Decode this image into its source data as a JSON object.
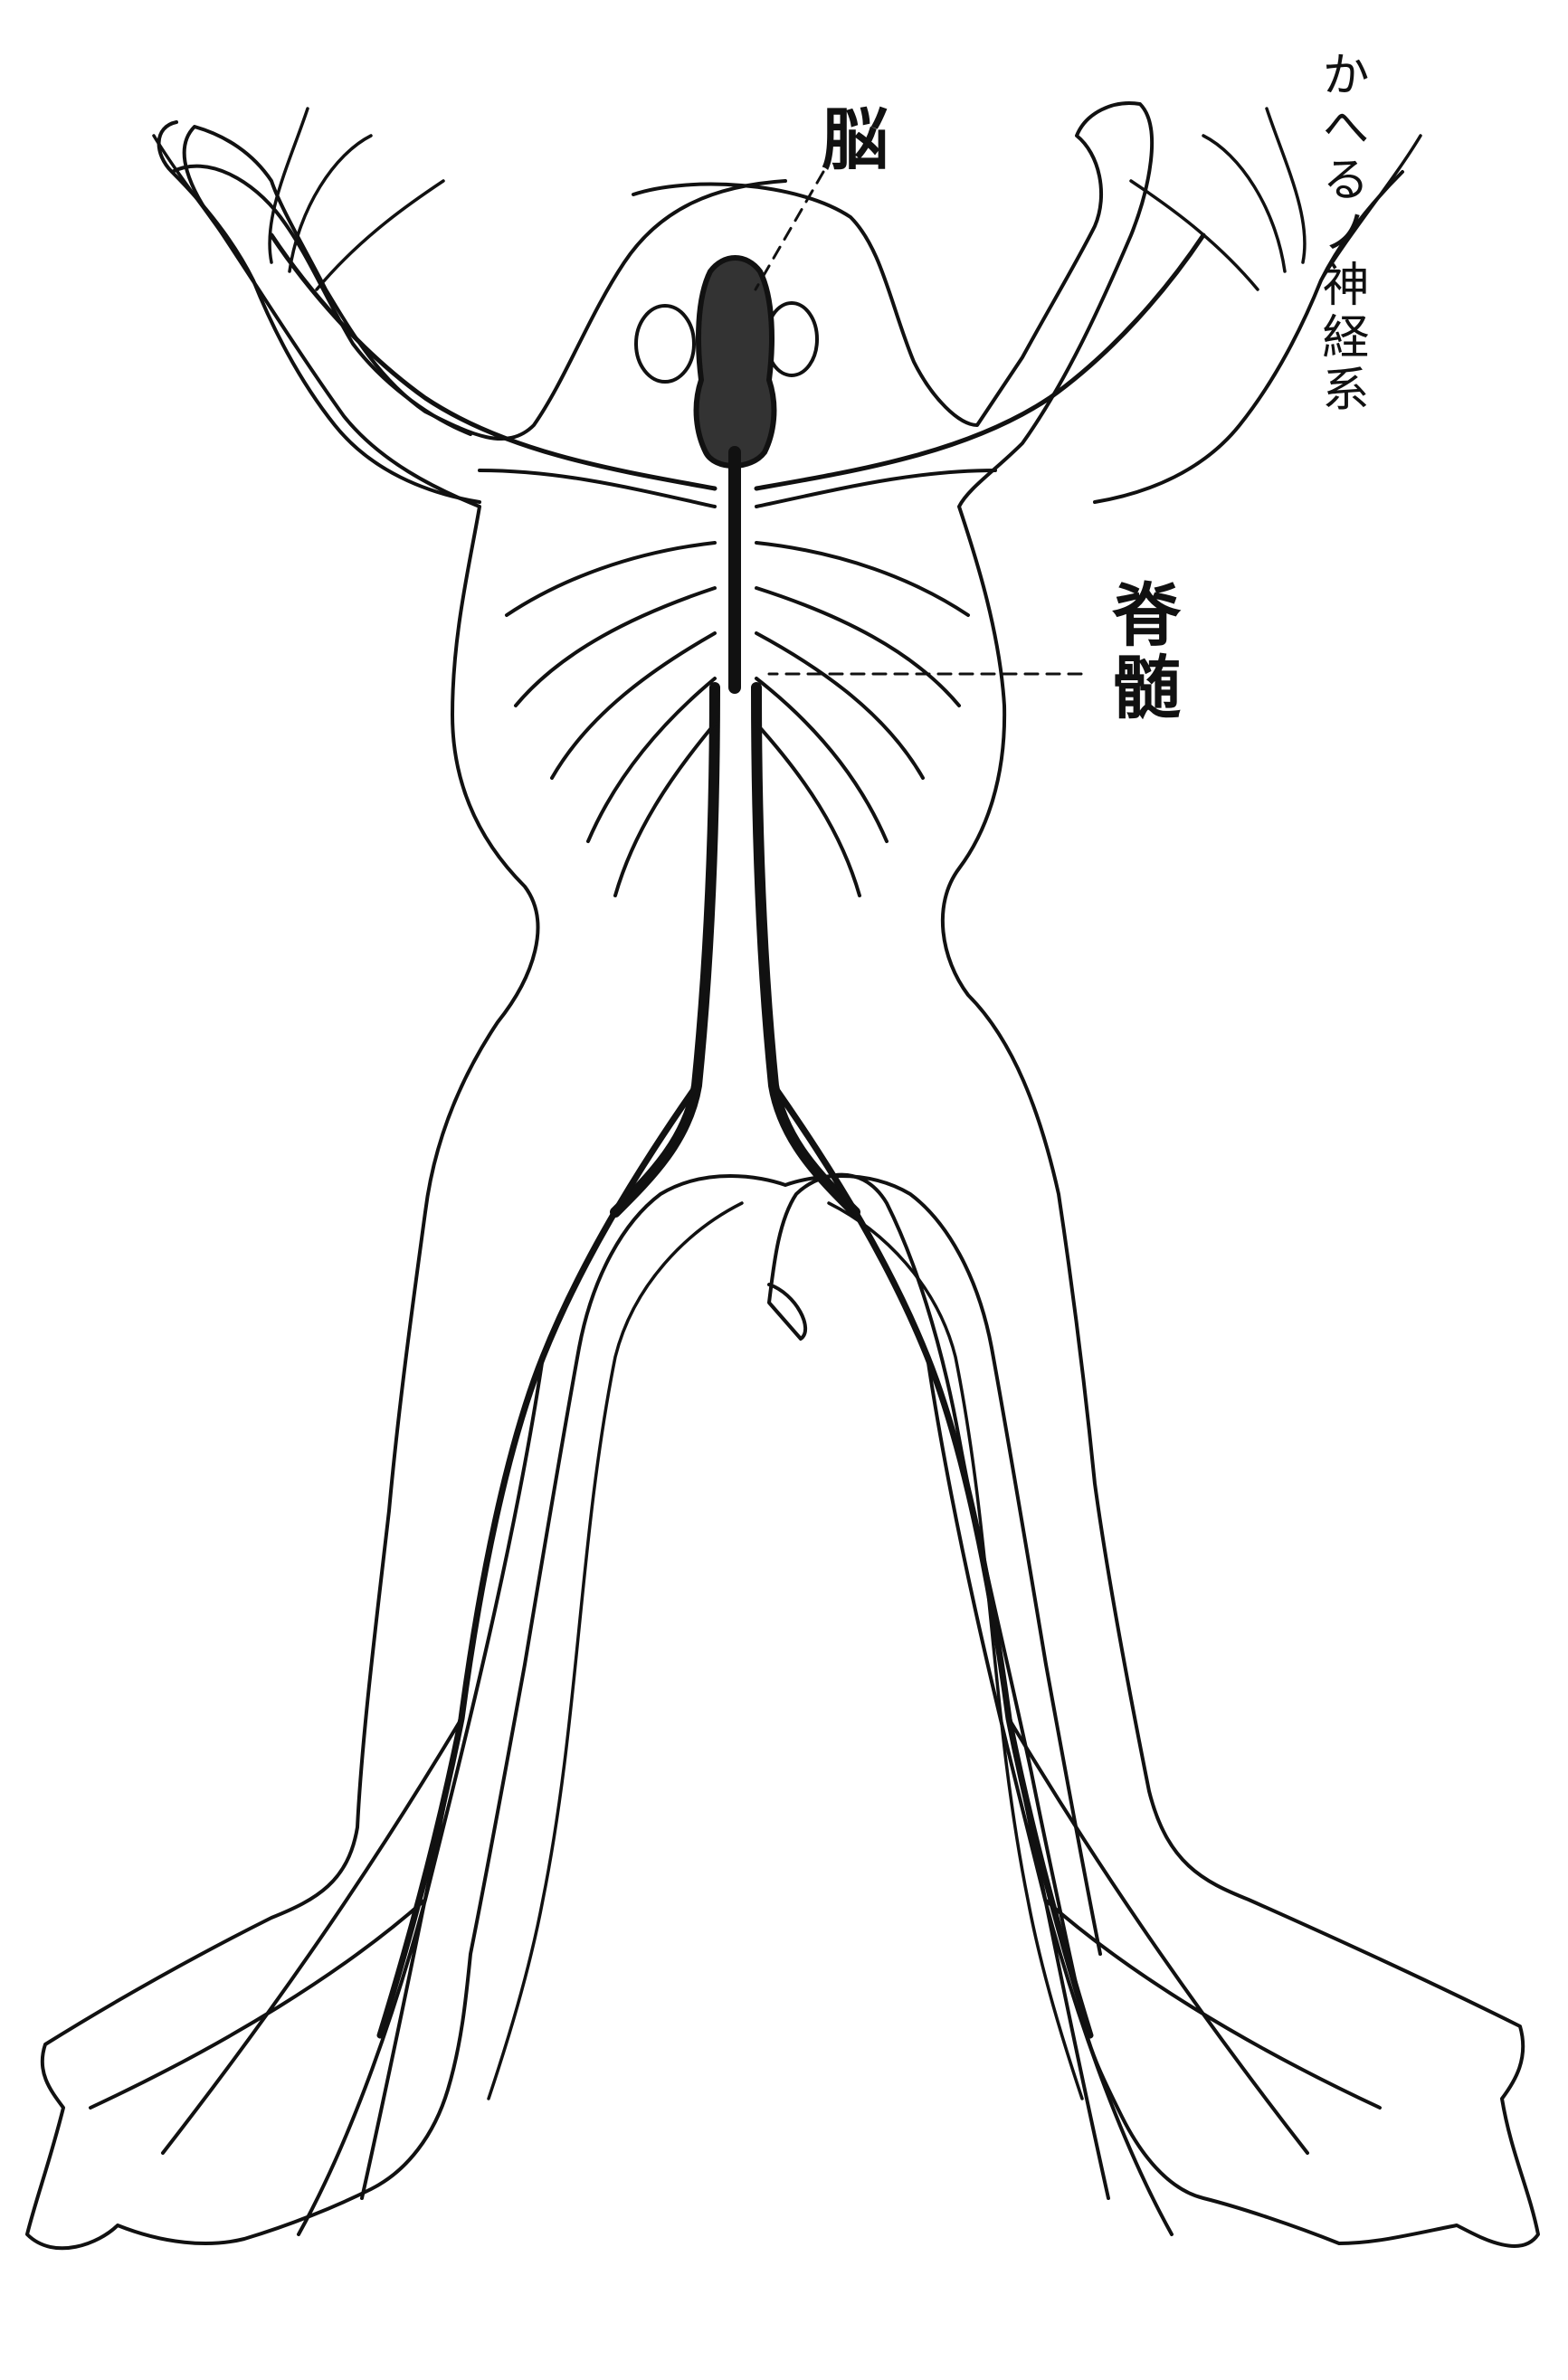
{
  "figure": {
    "title": "かへるノ神経系",
    "labels": {
      "brain": "脳",
      "spinal_cord": "脊髄"
    }
  }
}
